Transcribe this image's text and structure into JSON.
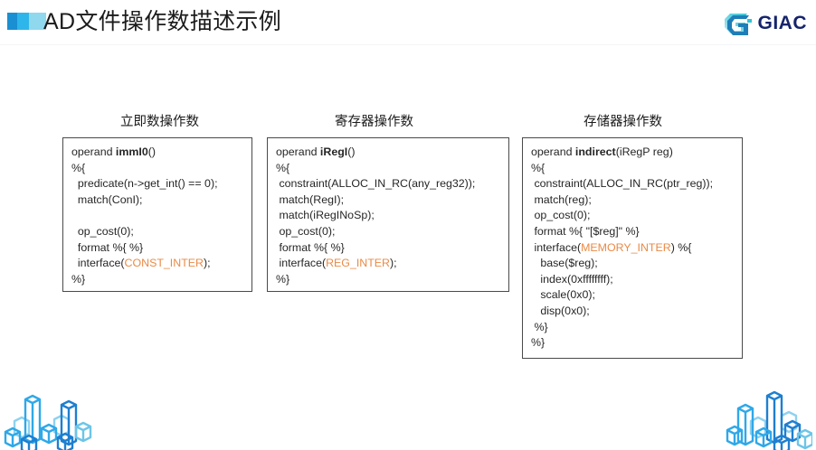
{
  "header": {
    "title": "AD文件操作数描述示例",
    "icon_name": "three-bar-accent-icon",
    "bar_colors": [
      "#1a8fd1",
      "#2eb6ea",
      "#8fd8ee"
    ],
    "logo_text": "GIAC",
    "logo_mark_name": "giac-g-mark-icon",
    "logo_text_color": "#15246b",
    "logo_mark_colors": [
      "#2fc4d8",
      "#1e7fb8",
      "#bfe9f2"
    ]
  },
  "accent_color": "#ea8a45",
  "columns": [
    {
      "id": "immediate",
      "heading": "立即数操作数",
      "code_lines": [
        {
          "text": "operand ",
          "bold_text": "immI0",
          "tail": "()"
        },
        {
          "text": "%{"
        },
        {
          "text": "  predicate(n->get_int() == 0);"
        },
        {
          "text": "  match(ConI);"
        },
        {
          "text": ""
        },
        {
          "text": "  op_cost(0);"
        },
        {
          "text": "  format %{ %}"
        },
        {
          "text": "  interface(",
          "accent": "CONST_INTER",
          "tail": ");"
        },
        {
          "text": "%}"
        }
      ]
    },
    {
      "id": "register",
      "heading": "寄存器操作数",
      "code_lines": [
        {
          "text": "operand ",
          "bold_text": "iRegI",
          "tail": "()"
        },
        {
          "text": "%{"
        },
        {
          "text": " constraint(ALLOC_IN_RC(any_reg32));"
        },
        {
          "text": " match(RegI);"
        },
        {
          "text": " match(iRegINoSp);"
        },
        {
          "text": " op_cost(0);"
        },
        {
          "text": " format %{ %}"
        },
        {
          "text": " interface(",
          "accent": "REG_INTER",
          "tail": ");"
        },
        {
          "text": "%}"
        }
      ]
    },
    {
      "id": "memory",
      "heading": "存储器操作数",
      "code_lines": [
        {
          "text": "operand ",
          "bold_text": "indirect",
          "tail": "(iRegP reg)"
        },
        {
          "text": "%{"
        },
        {
          "text": " constraint(ALLOC_IN_RC(ptr_reg));"
        },
        {
          "text": " match(reg);"
        },
        {
          "text": " op_cost(0);"
        },
        {
          "text": " format %{ \"[$reg]\" %}"
        },
        {
          "text": " interface(",
          "accent": "MEMORY_INTER",
          "tail": ") %{"
        },
        {
          "text": "   base($reg);"
        },
        {
          "text": "   index(0xffffffff);"
        },
        {
          "text": "   scale(0x0);"
        },
        {
          "text": "   disp(0x0);"
        },
        {
          "text": " %}"
        },
        {
          "text": "%}"
        }
      ]
    }
  ],
  "decorations": {
    "left_name": "isometric-crystal-cluster-left",
    "right_name": "isometric-crystal-cluster-right",
    "colors": [
      "#1e7fd0",
      "#2fa8e8",
      "#8fd2ef",
      "#6cc5e8"
    ]
  }
}
